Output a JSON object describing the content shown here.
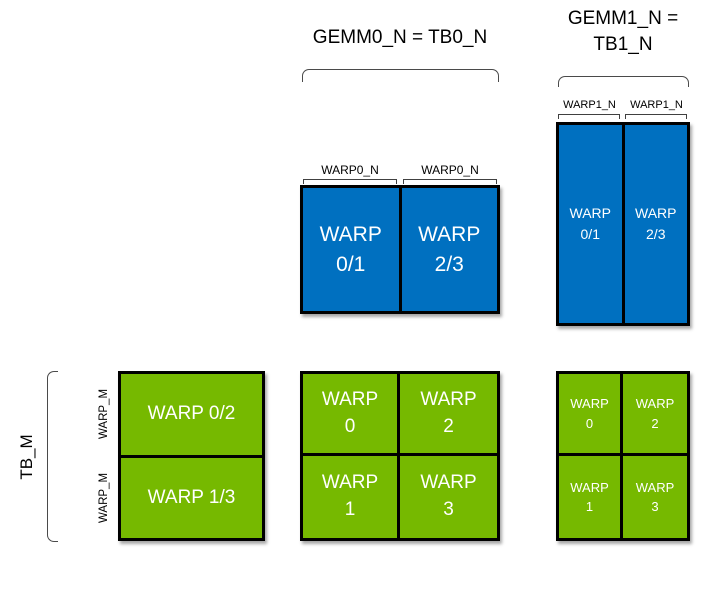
{
  "colors": {
    "blue": "#0070C0",
    "green": "#76B900"
  },
  "header": {
    "gemm0_label": "GEMM0_N = TB0_N",
    "gemm1_line1": "GEMM1_N =",
    "gemm1_line2": "TB1_N"
  },
  "b0_matrix": {
    "col_labels": [
      "WARP0_N",
      "WARP0_N"
    ],
    "cells": [
      {
        "line1": "WARP",
        "line2": "0/1"
      },
      {
        "line1": "WARP",
        "line2": "2/3"
      }
    ]
  },
  "b1_matrix": {
    "col_labels": [
      "WARP1_N",
      "WARP1_N"
    ],
    "cells": [
      {
        "line1": "WARP",
        "line2": "0/1"
      },
      {
        "line1": "WARP",
        "line2": "2/3"
      }
    ]
  },
  "a_matrix": {
    "side_label": "TB_M",
    "row_labels": [
      "WARP_M",
      "WARP_M"
    ],
    "rows": [
      "WARP 0/2",
      "WARP 1/3"
    ]
  },
  "c0_matrix": {
    "cells": [
      {
        "line1": "WARP",
        "line2": "0"
      },
      {
        "line1": "WARP",
        "line2": "2"
      },
      {
        "line1": "WARP",
        "line2": "1"
      },
      {
        "line1": "WARP",
        "line2": "3"
      }
    ]
  },
  "c1_matrix": {
    "cells": [
      {
        "line1": "WARP",
        "line2": "0"
      },
      {
        "line1": "WARP",
        "line2": "2"
      },
      {
        "line1": "WARP",
        "line2": "1"
      },
      {
        "line1": "WARP",
        "line2": "3"
      }
    ]
  }
}
